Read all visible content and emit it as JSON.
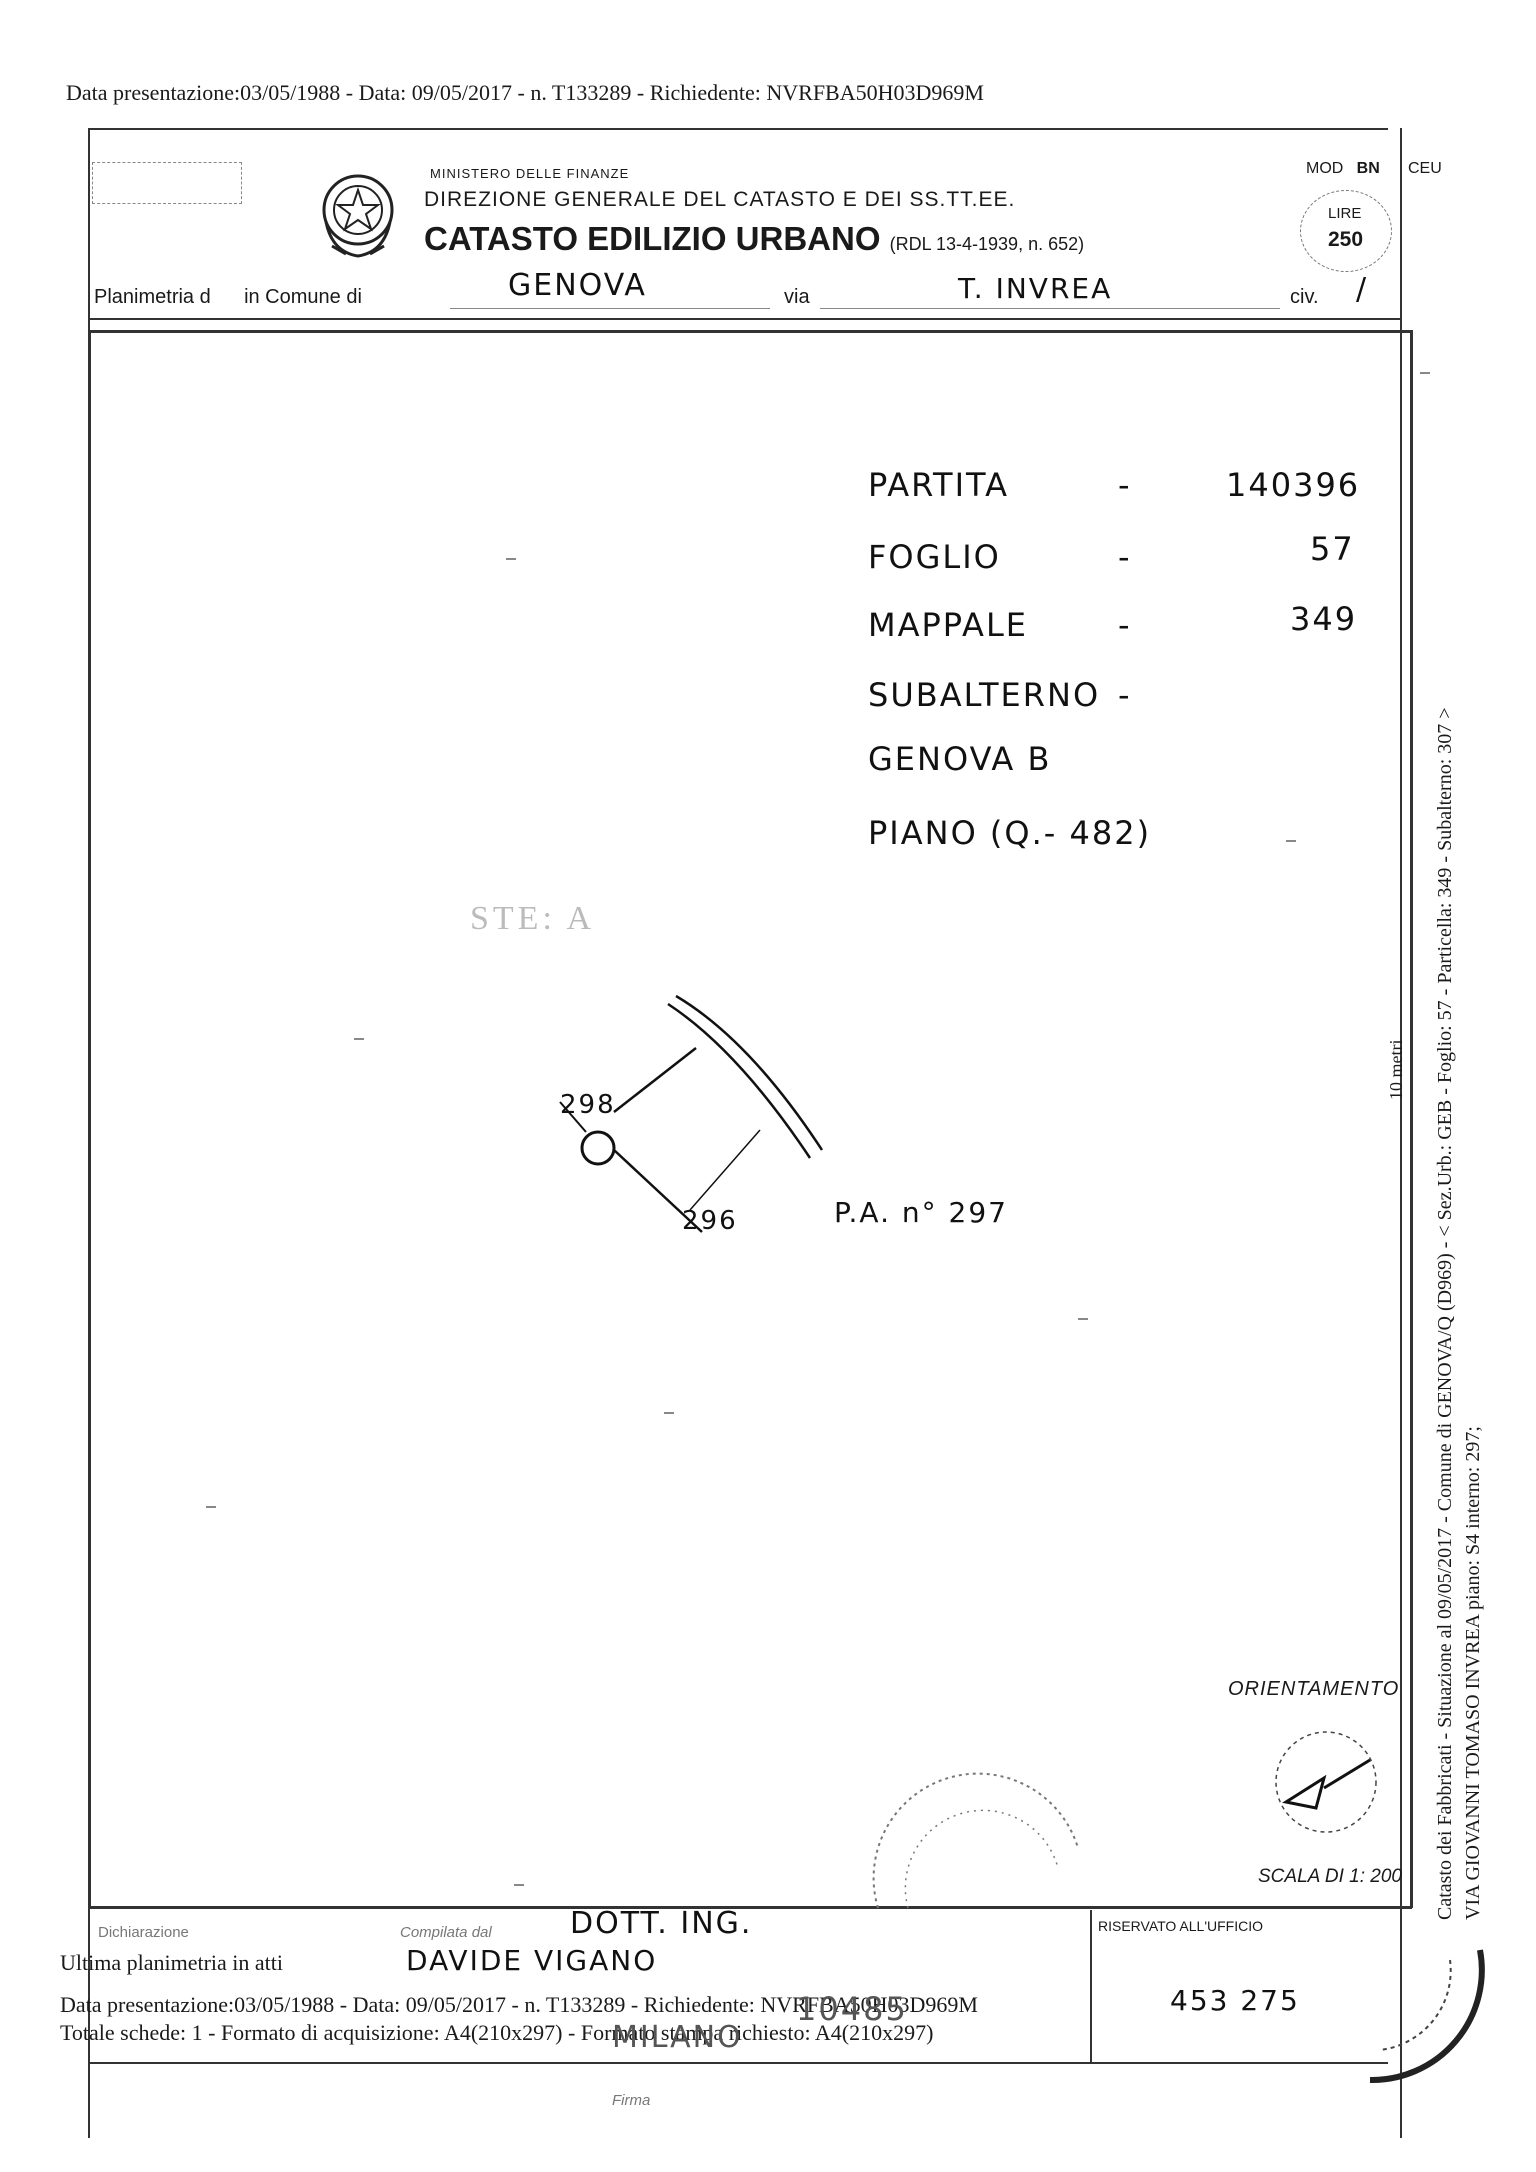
{
  "header": {
    "top_line": "Data presentazione:03/05/1988 - Data: 09/05/2017 - n. T133289 - Richiedente: NVRFBA50H03D969M"
  },
  "form": {
    "ministry": "MINISTERO DELLE FINANZE",
    "direzione": "DIREZIONE GENERALE DEL CATASTO E DEI SS.TT.EE.",
    "catasto": "CATASTO EDILIZIO URBANO",
    "catasto_law": "(RDL 13-4-1939, n. 652)",
    "mod_label": "MOD",
    "mod_bn": "BN",
    "ceu": "CEU",
    "lire_label": "LIRE",
    "lire_value": "250",
    "planimetria_label": "Planimetria d",
    "comune_label": "in Comune di",
    "comune_value": "GENOVA",
    "via_label": "via",
    "via_value": "T. INVREA",
    "civ_label": "civ."
  },
  "details": [
    {
      "label": "PARTITA",
      "dash": "-",
      "value": "140396"
    },
    {
      "label": "FOGLIO",
      "dash": "-",
      "value": "57"
    },
    {
      "label": "MAPPALE",
      "dash": "-",
      "value": "349"
    },
    {
      "label": "SUBALTERNO",
      "dash": "-",
      "value": ""
    },
    {
      "label": "GENOVA B",
      "dash": "",
      "value": ""
    },
    {
      "label": "PIANO (Q.- 482)",
      "dash": "",
      "value": ""
    }
  ],
  "plan": {
    "marker_298": "298",
    "marker_296": "296",
    "pa_label": "P.A. n° 297",
    "orientamento": "ORIENTAMENTO",
    "scala": "SCALA DI 1: 200",
    "side_scale": "10 metri"
  },
  "footer": {
    "dichiarazione": "Dichiarazione",
    "compilata": "Compilata dal",
    "dott": "DOTT. ING.",
    "davide": "DAVIDE VIGANO",
    "milano": "MILANO",
    "num": "10485",
    "riservato": "RISERVATO ALL'UFFICIO",
    "riservato_value": "453 275",
    "firma": "Firma",
    "ultima": "Ultima planimetria in atti",
    "line1": "Data presentazione:03/05/1988 - Data: 09/05/2017 - n. T133289 - Richiedente: NVRFBA50H03D969M",
    "line2": "Totale schede: 1 - Formato di acquisizione: A4(210x297) - Formato stampa richiesto: A4(210x297)"
  },
  "side": {
    "line1": "Catasto dei Fabbricati - Situazione al 09/05/2017 - Comune di GENOVA/Q (D969) - < Sez.Urb.: GEB - Foglio: 57 - Particella: 349 - Subalterno: 307 >",
    "line2": "VIA GIOVANNI TOMASO INVREA piano: S4 interno: 297;"
  }
}
